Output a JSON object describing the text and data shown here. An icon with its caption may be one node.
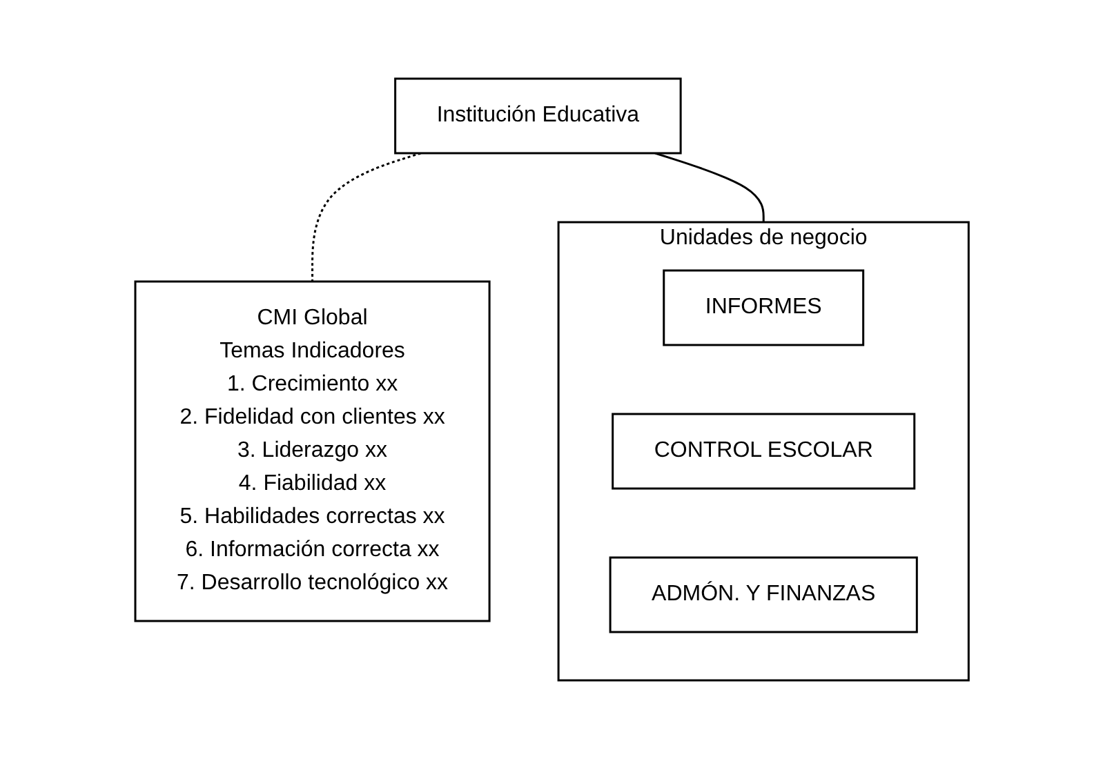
{
  "diagram": {
    "nodes": [
      {
        "text": [
          "Institución Educativa"
        ]
      },
      {
        "text": [
          "CMI Global",
          "Temas",
          "Indicadores",
          "1. Crecimiento",
          "xx",
          "2. Fidelidad con clientes",
          "xx",
          "3. Liderazgo",
          "xx",
          "4. Fiabilidad",
          "xx",
          "5. Habilidades correctas",
          "xx",
          "6. Información correcta",
          "xx",
          "7. Desarrollo tecnológico",
          "xx"
        ]
      },
      {
        "text": [
          "Unidades de negocio"
        ]
      },
      {
        "text": [
          "INFORMES"
        ],
        "in": 2
      },
      {
        "text": [
          "CONTROL ESCOLAR"
        ],
        "in": 2
      },
      {
        "text": [
          "ADMÓN. Y FINANZAS"
        ],
        "in": 2
      }
    ],
    "edges": [
      {
        "from": 0,
        "to": 1,
        "arrow": "none",
        "style": "dashed"
      },
      {
        "from": 0,
        "to": 2,
        "arrow": "none"
      }
    ]
  }
}
